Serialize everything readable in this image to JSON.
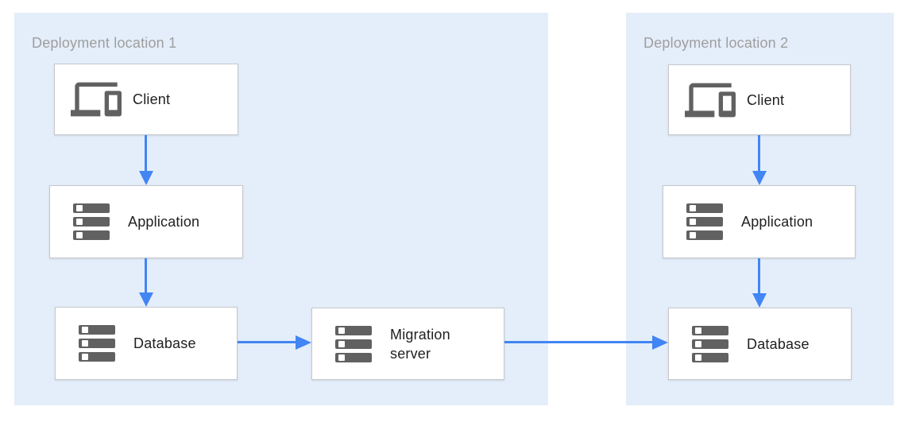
{
  "diagram": {
    "regions": [
      {
        "label": "Deployment location 1"
      },
      {
        "label": "Deployment location 2"
      }
    ],
    "nodes": {
      "client1": {
        "label": "Client",
        "icon": "devices-icon"
      },
      "app1": {
        "label": "Application",
        "icon": "server-stack-icon"
      },
      "db1": {
        "label": "Database",
        "icon": "server-stack-icon"
      },
      "migration": {
        "label": "Migration server",
        "icon": "server-stack-icon"
      },
      "client2": {
        "label": "Client",
        "icon": "devices-icon"
      },
      "app2": {
        "label": "Application",
        "icon": "server-stack-icon"
      },
      "db2": {
        "label": "Database",
        "icon": "server-stack-icon"
      }
    },
    "edges": [
      {
        "from": "client1",
        "to": "app1"
      },
      {
        "from": "app1",
        "to": "db1"
      },
      {
        "from": "db1",
        "to": "migration"
      },
      {
        "from": "migration",
        "to": "db2"
      },
      {
        "from": "client2",
        "to": "app2"
      },
      {
        "from": "app2",
        "to": "db2"
      }
    ],
    "colors": {
      "region_bg": "#e4eefa",
      "arrow": "#4285f4",
      "icon_gray": "#616161",
      "region_label": "#9e9e9e",
      "node_label": "#212121",
      "node_border": "#c5c8cb",
      "node_bg": "#ffffff",
      "canvas_bg": "#ffffff"
    }
  }
}
